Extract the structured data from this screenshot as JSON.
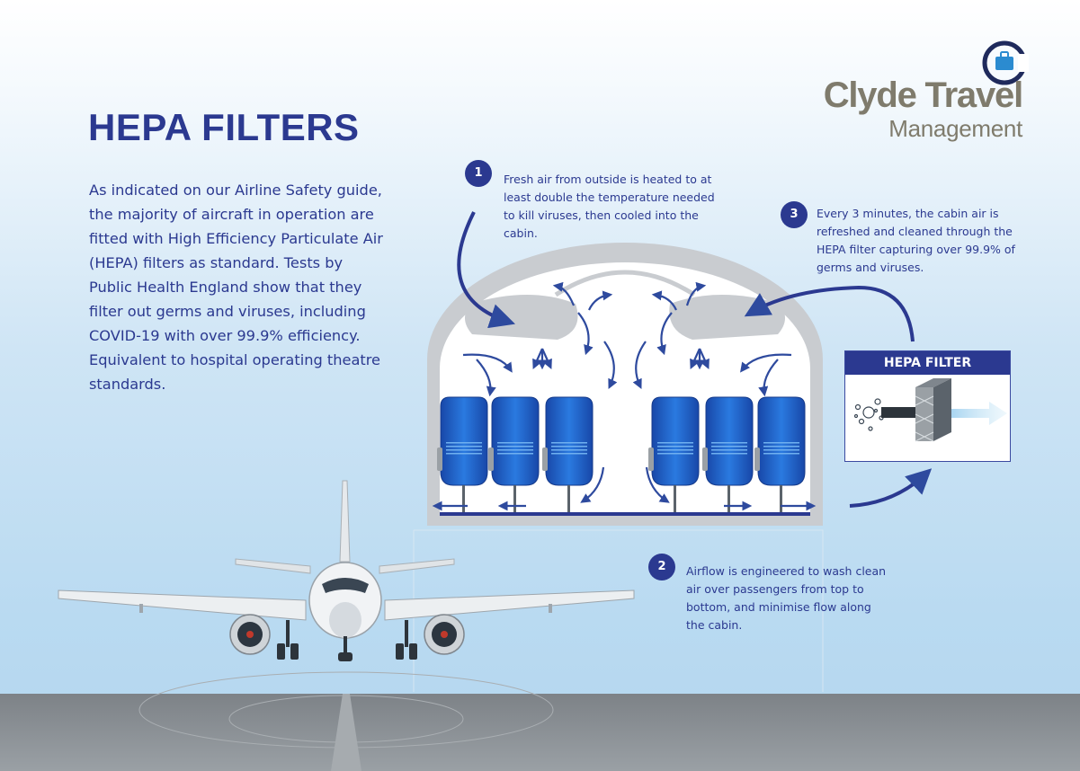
{
  "page": {
    "title": "HEPA FILTERS",
    "intro": "As indicated on our Airline Safety guide, the majority of aircraft in operation are fitted with High Efficiency Particulate Air (HEPA) filters as standard. Tests by Public Health England show that they filter out germs and viruses, including COVID-19 with over 99.9% efficiency. Equivalent to hospital operating theatre standards."
  },
  "logo": {
    "title": "Clyde Travel",
    "subtitle": "Management",
    "icon": "suitcase-icon",
    "colors": {
      "ring": "#1f2a5c",
      "accent": "#2b8bd0",
      "text": "#7f7b6c"
    }
  },
  "steps": [
    {
      "number": "1",
      "text": "Fresh air from outside is heated to at least double the temperature needed to kill viruses, then cooled into the cabin."
    },
    {
      "number": "2",
      "text": "Airflow is engineered to wash clean air over passengers from top to bottom, and minimise flow along the cabin."
    },
    {
      "number": "3",
      "text": "Every 3 minutes, the cabin air is refreshed and cleaned through the HEPA filter capturing over 99.9% of germs and viruses."
    }
  ],
  "hepa_filter": {
    "label": "HEPA FILTER"
  },
  "colors": {
    "navy": "#2b3990",
    "arrow": "#2e4a9e",
    "seat": "#1e62c8",
    "cabin_shell": "#c9ccd0",
    "runway": "#8e9398"
  }
}
